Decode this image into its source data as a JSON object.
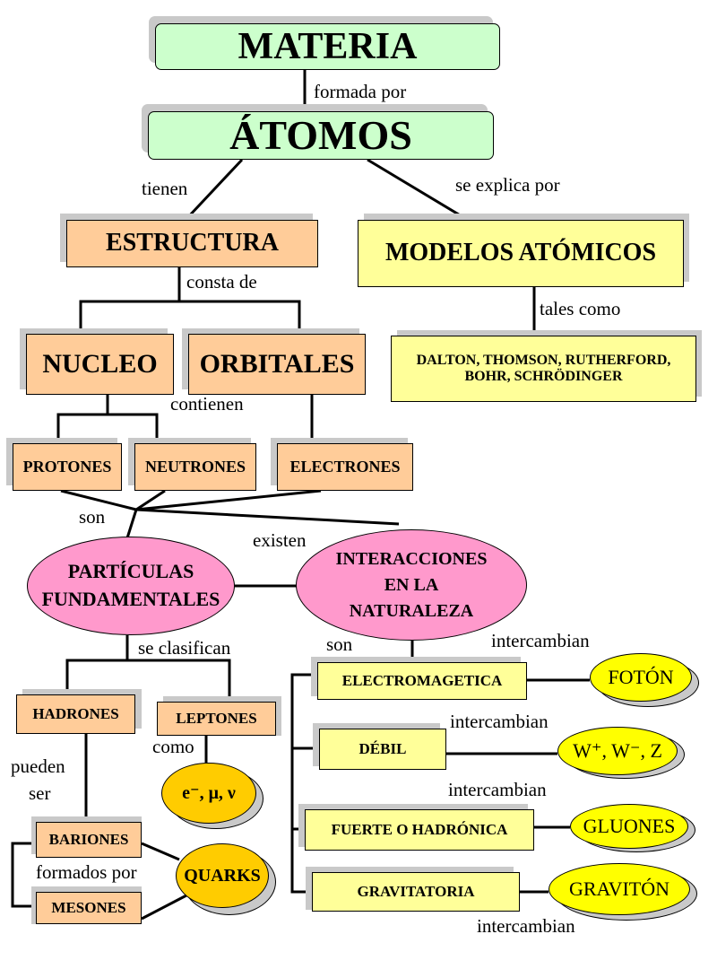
{
  "nodes": {
    "materia": "MATERIA",
    "atomos": "ÁTOMOS",
    "estructura": "ESTRUCTURA",
    "modelos": "MODELOS ATÓMICOS",
    "nucleo": "NUCLEO",
    "orbitales": "ORBITALES",
    "modelos_lista": "DALTON, THOMSON, RUTHERFORD, BOHR, SCHRÖDINGER",
    "protones": "PROTONES",
    "neutrones": "NEUTRONES",
    "electrones": "ELECTRONES",
    "particulas_1": "PARTÍCULAS",
    "particulas_2": "FUNDAMENTALES",
    "interacciones_1": "INTERACCIONES",
    "interacciones_2": "EN LA",
    "interacciones_3": "NATURALEZA",
    "hadrones": "HADRONES",
    "leptones": "LEPTONES",
    "leptones_tipos": "e⁻, μ, ν",
    "bariones": "BARIONES",
    "mesones": "MESONES",
    "quarks": "QUARKS",
    "electromagnetica": "ELECTROMAGETICA",
    "debil": "DÉBIL",
    "fuerte": "FUERTE O HADRÓNICA",
    "gravitatoria": "GRAVITATORIA",
    "foton": "FOTÓN",
    "wz": "W⁺, W⁻, Z",
    "gluones": "GLUONES",
    "graviton": "GRAVITÓN"
  },
  "links": {
    "formada_por": "formada por",
    "tienen": "tienen",
    "se_explica_por": "se explica por",
    "consta_de": "consta de",
    "tales_como": "tales como",
    "contienen": "contienen",
    "son_1": "son",
    "existen": "existen",
    "se_clasifican": "se clasifican",
    "son_2": "son",
    "intercambian_1": "intercambian",
    "intercambian_2": "intercambian",
    "intercambian_3": "intercambian",
    "intercambian_4": "intercambian",
    "como": "como",
    "pueden_1": "pueden",
    "pueden_2": "ser",
    "formados_por": "formados por"
  },
  "colors": {
    "green": "#ccffcc",
    "orange": "#ffcc99",
    "yellow": "#ffff99",
    "pink": "#ff99cc",
    "gold": "#ffcc00",
    "lemon": "#ffff00",
    "shadow": "#c9c9c9"
  }
}
